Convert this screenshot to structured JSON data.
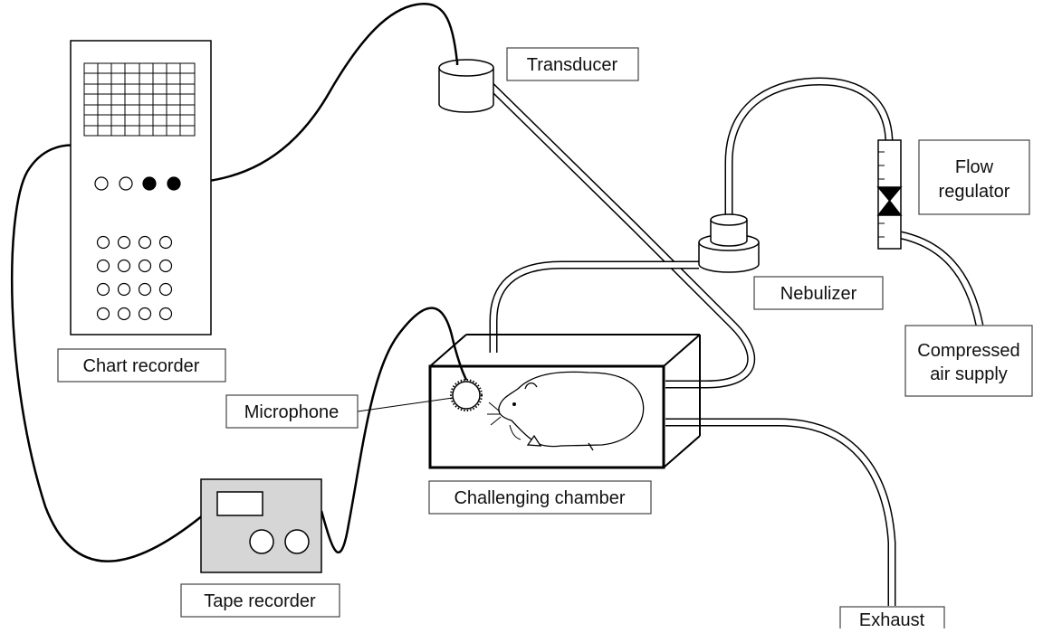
{
  "labels": {
    "transducer": "Transducer",
    "flow_regulator_line1": "Flow",
    "flow_regulator_line2": "regulator",
    "nebulizer": "Nebulizer",
    "compressed_air_line1": "Compressed",
    "compressed_air_line2": "air supply",
    "chart_recorder": "Chart recorder",
    "microphone": "Microphone",
    "challenging_chamber": "Challenging chamber",
    "tape_recorder": "Tape recorder",
    "exhaust": "Exhaust"
  },
  "colors": {
    "line": "#000000",
    "tape_recorder_fill": "#d6d6d6",
    "label_border": "#444444"
  }
}
